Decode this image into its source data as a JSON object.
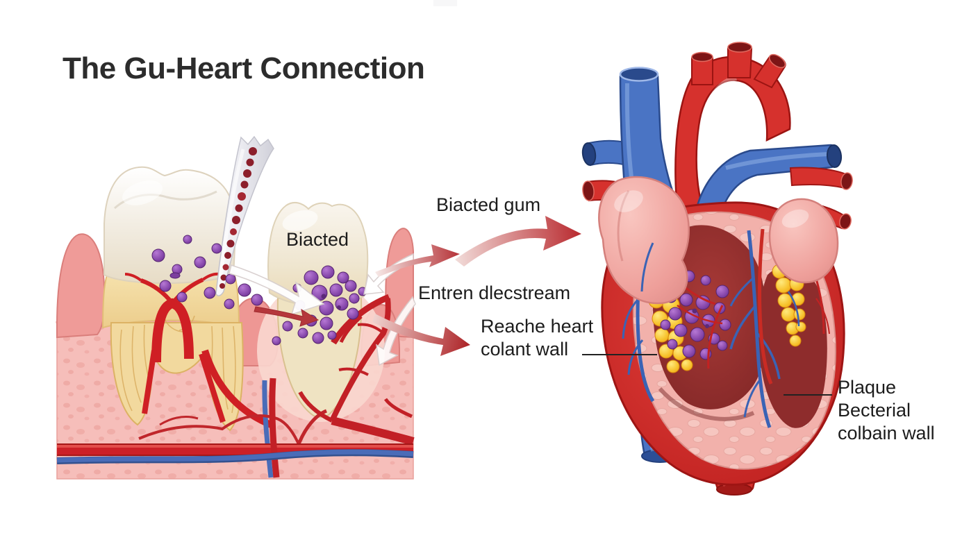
{
  "title": "The Gu-Heart Connection",
  "labels": {
    "infected_tooth": "Biacted",
    "step_gum": "Biacted gum",
    "step_bloodstream": "Entren dlecstream",
    "step_heart_line1": "Reache heart",
    "step_heart_line2": "colant wall",
    "plaque_line1": "Plaque",
    "plaque_line2": "Becterial",
    "plaque_line3": "colbain wall"
  },
  "colors": {
    "artery_red": "#cc2027",
    "vein_blue": "#3a63b5",
    "heart_red": "#d5302c",
    "gum_pink": "#f2aaa5",
    "enamel_white": "#f4eee3",
    "dentin_yellow": "#f2d99e",
    "plaque_yellow": "#f6c12e",
    "bacteria_purple": "#7c3f9e",
    "text_dark": "#1e1e1e"
  }
}
